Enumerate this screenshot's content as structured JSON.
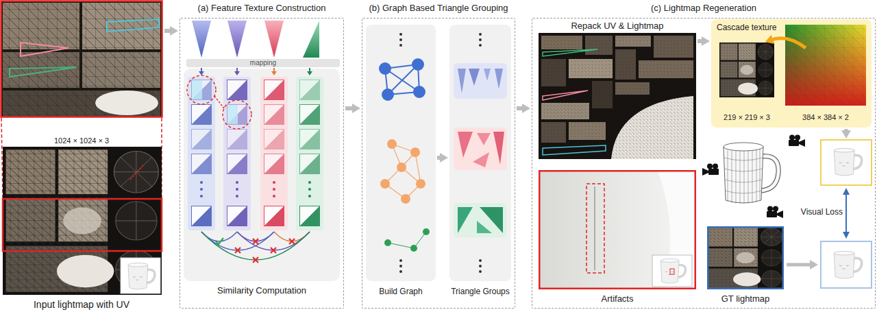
{
  "diagram": {
    "nodes": [
      {
        "text": [
          "Input lightmap with UV"
        ]
      },
      {
        "text": [
          "(a) Feature Texture Construction"
        ]
      },
      {
        "text": [
          "Similarity Computation"
        ],
        "in": 1
      },
      {
        "text": [
          "(b) Graph Based Triangle Grouping"
        ]
      },
      {
        "text": [
          "Build Graph"
        ],
        "in": 3
      },
      {
        "text": [
          "Triangle Groups"
        ],
        "in": 3
      },
      {
        "text": [
          "(c) Lightmap Regeneration"
        ]
      },
      {
        "text": [
          "Repack UV & Lightmap"
        ],
        "in": 6
      },
      {
        "text": [
          "Cascade texture",
          "219 × 219 × 3",
          "384 × 384 × 2"
        ],
        "in": 6
      },
      {
        "text": [
          "Artifacts"
        ],
        "in": 6
      },
      {
        "text": [
          "GT lightmap"
        ],
        "in": 6
      }
    ],
    "edges": [
      {
        "from": 0,
        "to": 1,
        "arrow": "to"
      },
      {
        "from": 1,
        "to": 3,
        "arrow": "to"
      },
      {
        "from": 3,
        "to": 6,
        "arrow": "to"
      },
      {
        "from": 4,
        "to": 5,
        "arrow": "to"
      },
      {
        "from": 7,
        "to": 8,
        "arrow": "to"
      }
    ],
    "labels": [
      "1024 × 1024 × 3",
      "mapping",
      "Visual Loss"
    ]
  }
}
